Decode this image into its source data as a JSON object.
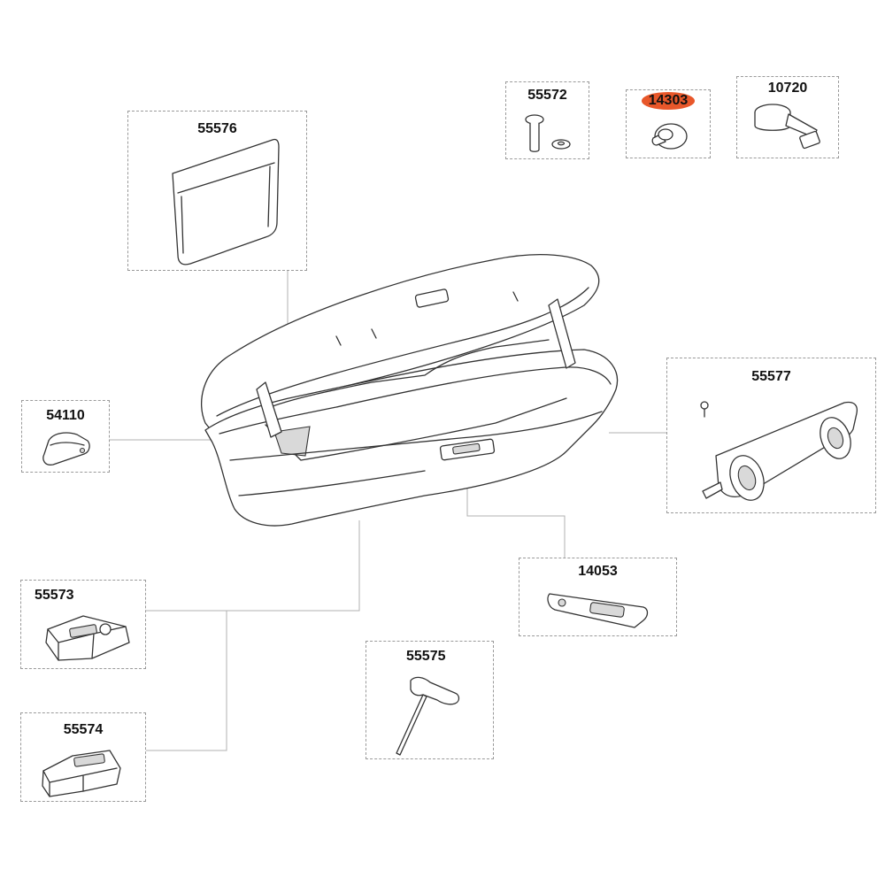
{
  "parts": {
    "p55576": {
      "number": "55576",
      "icon": "storage-pocket-icon"
    },
    "p55572": {
      "number": "55572",
      "icon": "bolt-and-washer-icon"
    },
    "p14303": {
      "number": "14303",
      "icon": "knob-icon",
      "highlight_color": "#e8572a"
    },
    "p10720": {
      "number": "10720",
      "icon": "strap-icon"
    },
    "p54110": {
      "number": "54110",
      "icon": "end-cap-icon"
    },
    "p55577": {
      "number": "55577",
      "icon": "hinge-assembly-icon"
    },
    "p55573": {
      "number": "55573",
      "icon": "mounting-bracket-icon"
    },
    "p55574": {
      "number": "55574",
      "icon": "mounting-bracket-icon"
    },
    "p14053": {
      "number": "14053",
      "icon": "handle-icon"
    },
    "p55575": {
      "number": "55575",
      "icon": "t-handle-key-icon"
    }
  },
  "main_assembly": {
    "icon": "roof-box-icon"
  }
}
